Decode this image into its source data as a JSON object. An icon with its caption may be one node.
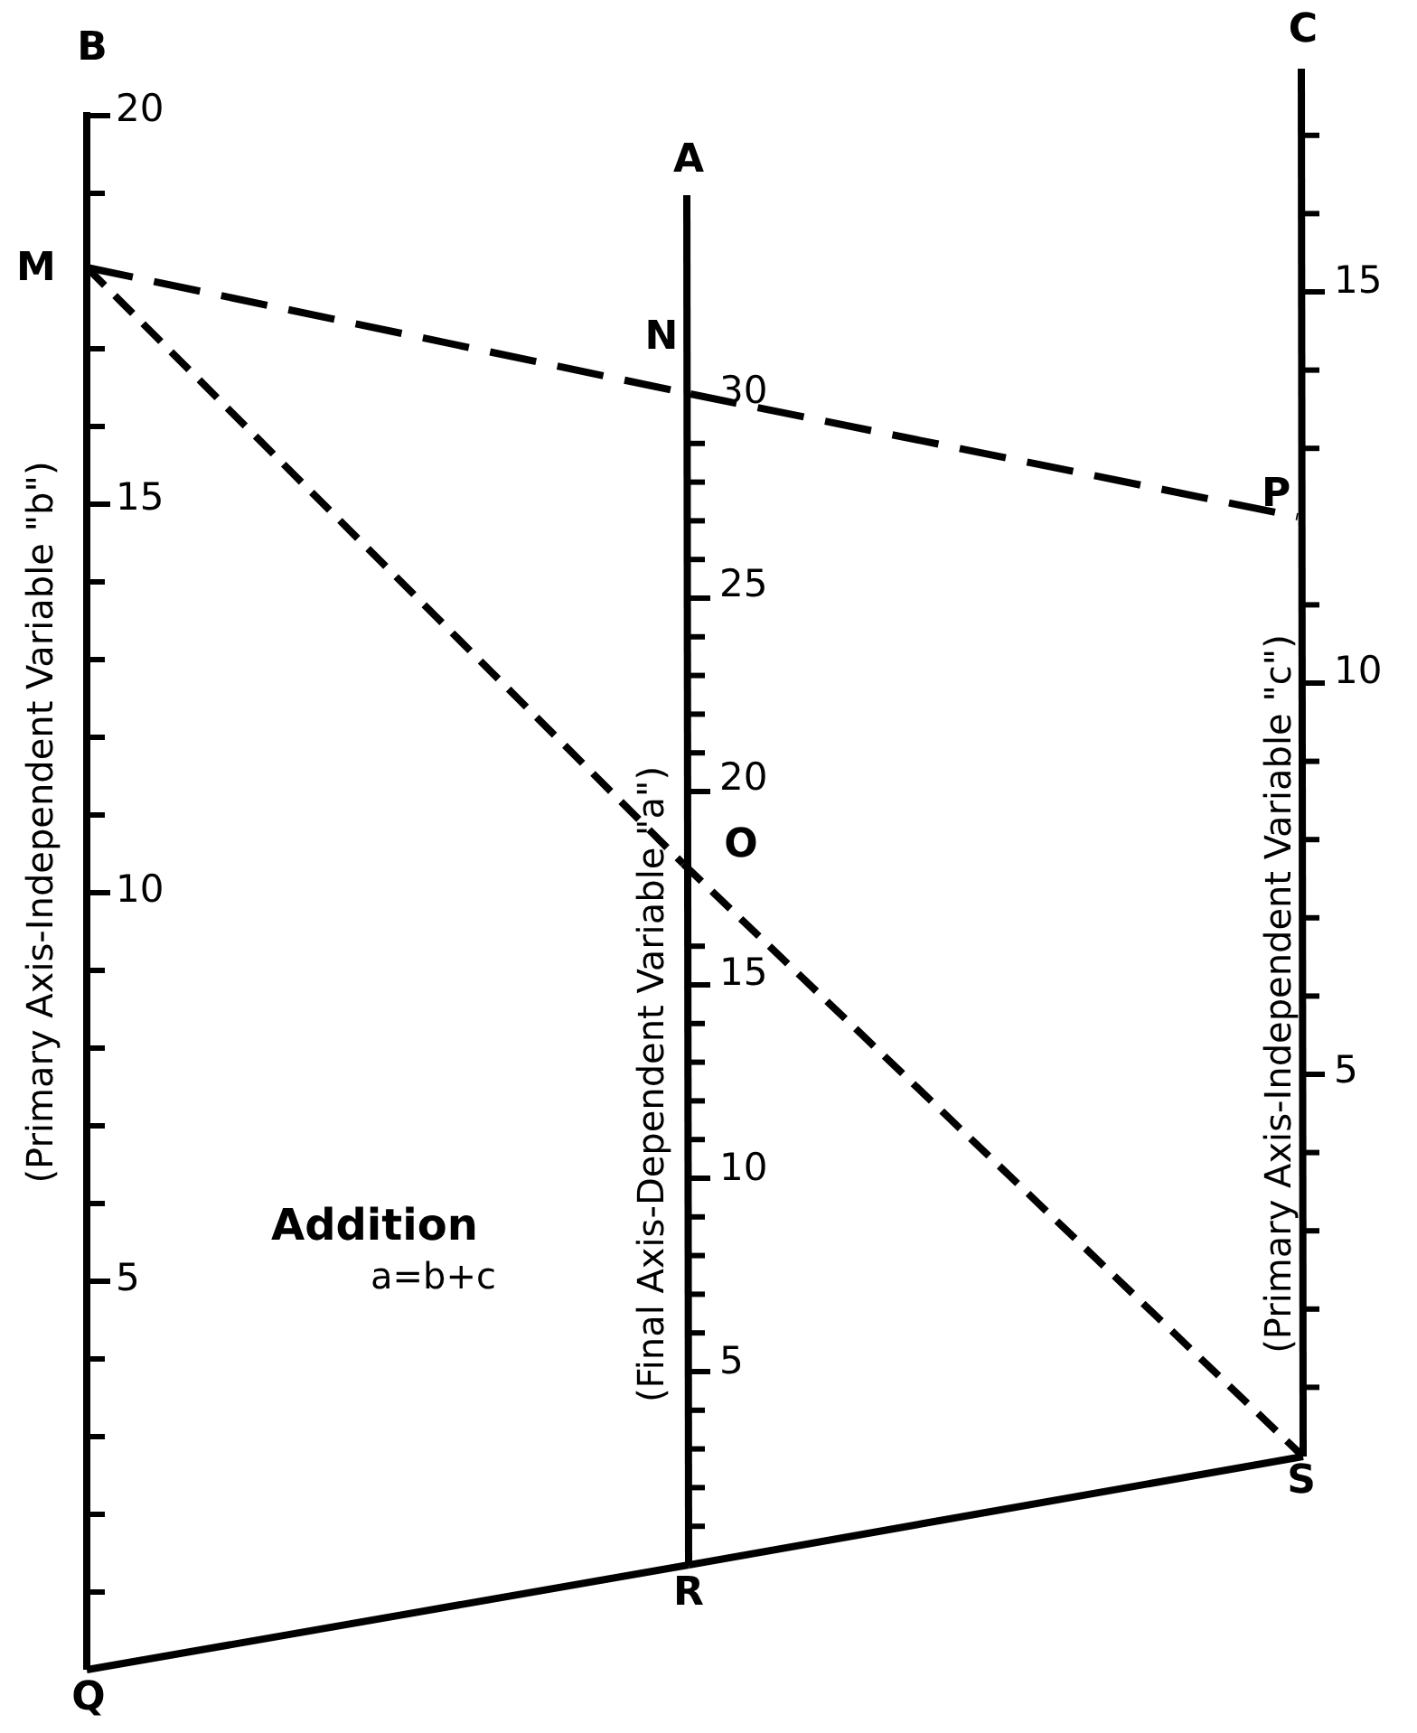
{
  "diagram": {
    "nodes": [
      {
        "text": [
          "B"
        ]
      },
      {
        "text": [
          "A"
        ]
      },
      {
        "text": [
          "C"
        ]
      },
      {
        "text": [
          "M"
        ]
      },
      {
        "text": [
          "N"
        ]
      },
      {
        "text": [
          "P"
        ]
      },
      {
        "text": [
          "O"
        ]
      },
      {
        "text": [
          "Q"
        ]
      },
      {
        "text": [
          "R"
        ]
      },
      {
        "text": [
          "S"
        ]
      }
    ],
    "edges": [
      {
        "from": 0,
        "to": 7,
        "arrow": "none"
      },
      {
        "from": 1,
        "to": 8,
        "arrow": "none"
      },
      {
        "from": 2,
        "to": 9,
        "arrow": "none"
      },
      {
        "from": 3,
        "to": 4,
        "arrow": "none",
        "style": "dashed"
      },
      {
        "from": 4,
        "to": 5,
        "arrow": "none",
        "style": "dashed"
      },
      {
        "from": 3,
        "to": 6,
        "arrow": "none",
        "style": "dashed"
      },
      {
        "from": 6,
        "to": 9,
        "arrow": "none",
        "style": "dashed"
      },
      {
        "from": 7,
        "to": 8,
        "arrow": "none"
      },
      {
        "from": 8,
        "to": 9,
        "arrow": "none"
      }
    ],
    "labels": [
      "20",
      "15",
      "10",
      "5",
      "(Primary Axis-Independent Variable \"b\")",
      "30",
      "25",
      "20",
      "15",
      "10",
      "5",
      "(Final Axis-Dependent Variable \"a\")",
      "15",
      "10",
      "5",
      "(Primary Axis-Independent Variable \"c\")",
      "Addition",
      "a=b+c"
    ]
  }
}
